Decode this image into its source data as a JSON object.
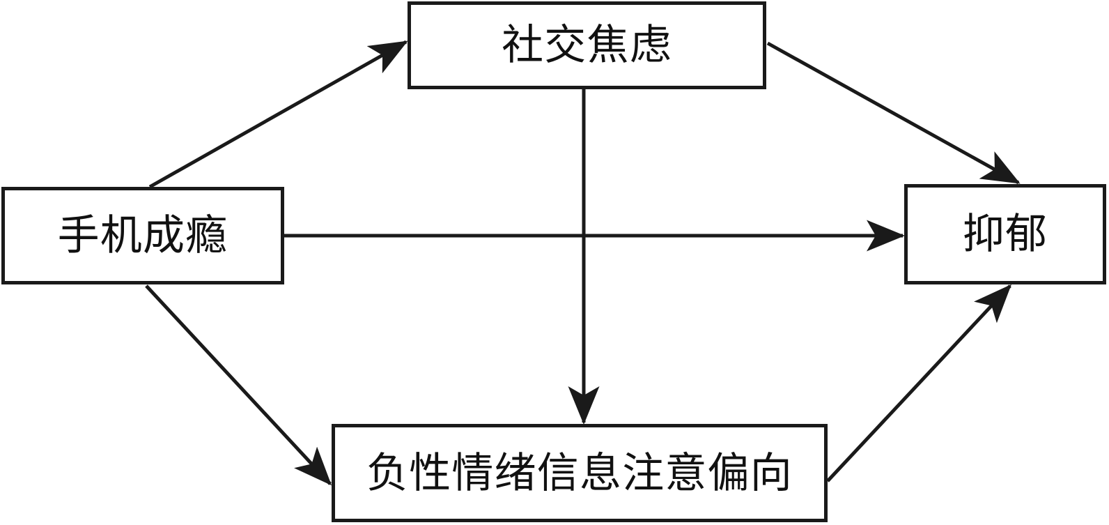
{
  "diagram": {
    "type": "path-model",
    "title": "",
    "background_color": "#ffffff",
    "line_color": "#1a1a1a",
    "text_color": "#111111",
    "nodes": [
      {
        "id": "phone_addiction",
        "label": "手机成瘾",
        "role": "independent-variable"
      },
      {
        "id": "social_anxiety",
        "label": "社交焦虑",
        "role": "mediator"
      },
      {
        "id": "attention_bias",
        "label": "负性情绪信息注意偏向",
        "role": "mediator"
      },
      {
        "id": "depression",
        "label": "抑郁",
        "role": "dependent-variable"
      }
    ],
    "edges": [
      {
        "id": "e1",
        "from": "phone_addiction",
        "to": "social_anxiety",
        "style": "solid",
        "arrow": "single"
      },
      {
        "id": "e2",
        "from": "phone_addiction",
        "to": "attention_bias",
        "style": "solid",
        "arrow": "single"
      },
      {
        "id": "e3",
        "from": "phone_addiction",
        "to": "depression",
        "style": "solid",
        "arrow": "single"
      },
      {
        "id": "e4",
        "from": "social_anxiety",
        "to": "depression",
        "style": "solid",
        "arrow": "single"
      },
      {
        "id": "e5",
        "from": "social_anxiety",
        "to": "attention_bias",
        "style": "solid",
        "arrow": "single"
      },
      {
        "id": "e6",
        "from": "attention_bias",
        "to": "depression",
        "style": "solid",
        "arrow": "single"
      }
    ]
  }
}
